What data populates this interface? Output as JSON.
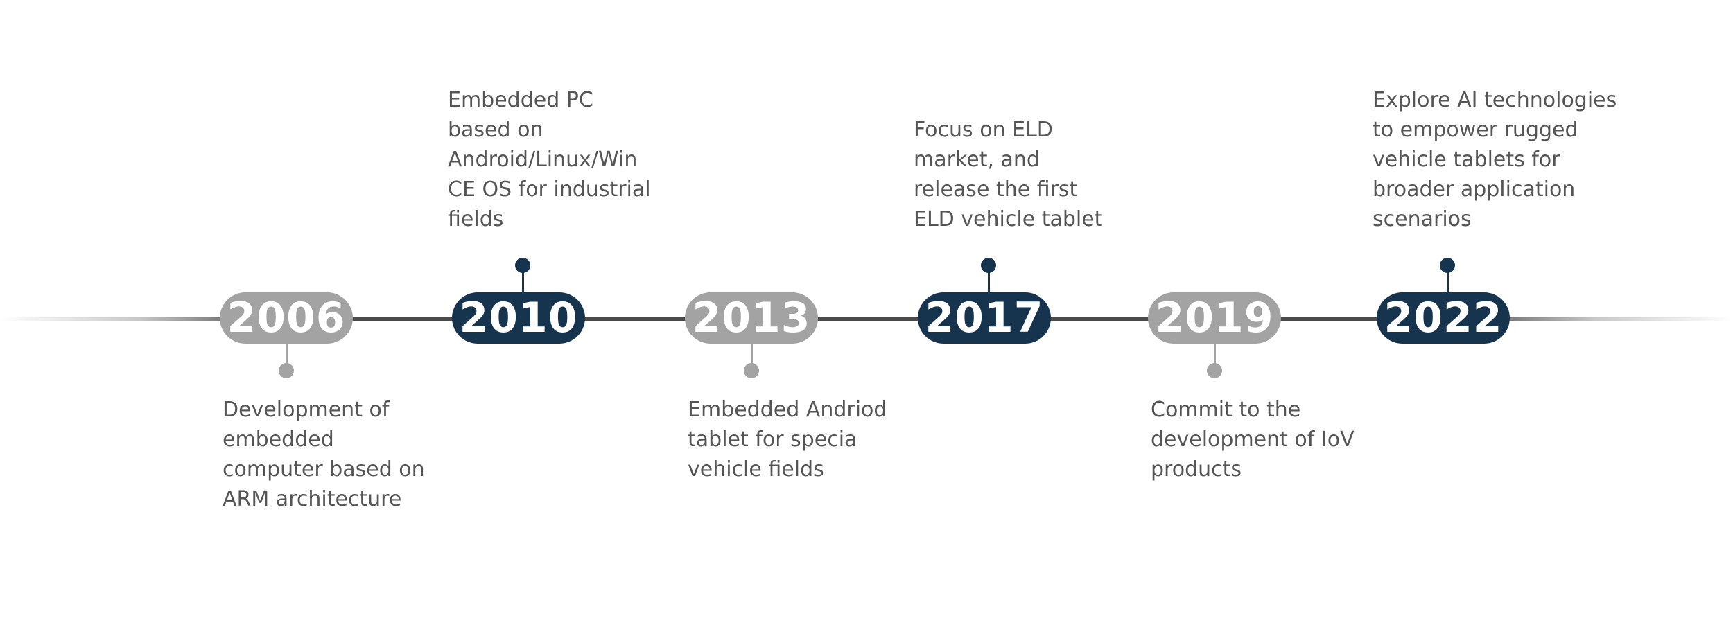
{
  "colors": {
    "gray_accent": "#a3a3a3",
    "dark_accent": "#17344e",
    "line": "#4a4a4a",
    "text": "#555555"
  },
  "milestones": [
    {
      "year": "2006",
      "style": "gray",
      "label_position": "below",
      "lines": [
        "Development of",
        "embedded",
        "computer based on",
        "ARM architecture"
      ]
    },
    {
      "year": "2010",
      "style": "dark",
      "label_position": "above",
      "lines": [
        "Embedded PC",
        "based on",
        "Android/Linux/Win",
        "CE OS for industrial",
        "fields"
      ]
    },
    {
      "year": "2013",
      "style": "gray",
      "label_position": "below",
      "lines": [
        "Embedded Andriod",
        "tablet for specia",
        "vehicle fields"
      ]
    },
    {
      "year": "2017",
      "style": "dark",
      "label_position": "above",
      "lines": [
        "Focus on ELD",
        "market, and",
        "release the first",
        "ELD vehicle tablet"
      ]
    },
    {
      "year": "2019",
      "style": "gray",
      "label_position": "below",
      "lines": [
        "Commit to the",
        "development of IoV",
        "products"
      ]
    },
    {
      "year": "2022",
      "style": "dark",
      "label_position": "above",
      "lines": [
        "Explore AI technologies",
        "to empower rugged",
        "vehicle tablets for",
        "broader application",
        "scenarios"
      ]
    }
  ]
}
